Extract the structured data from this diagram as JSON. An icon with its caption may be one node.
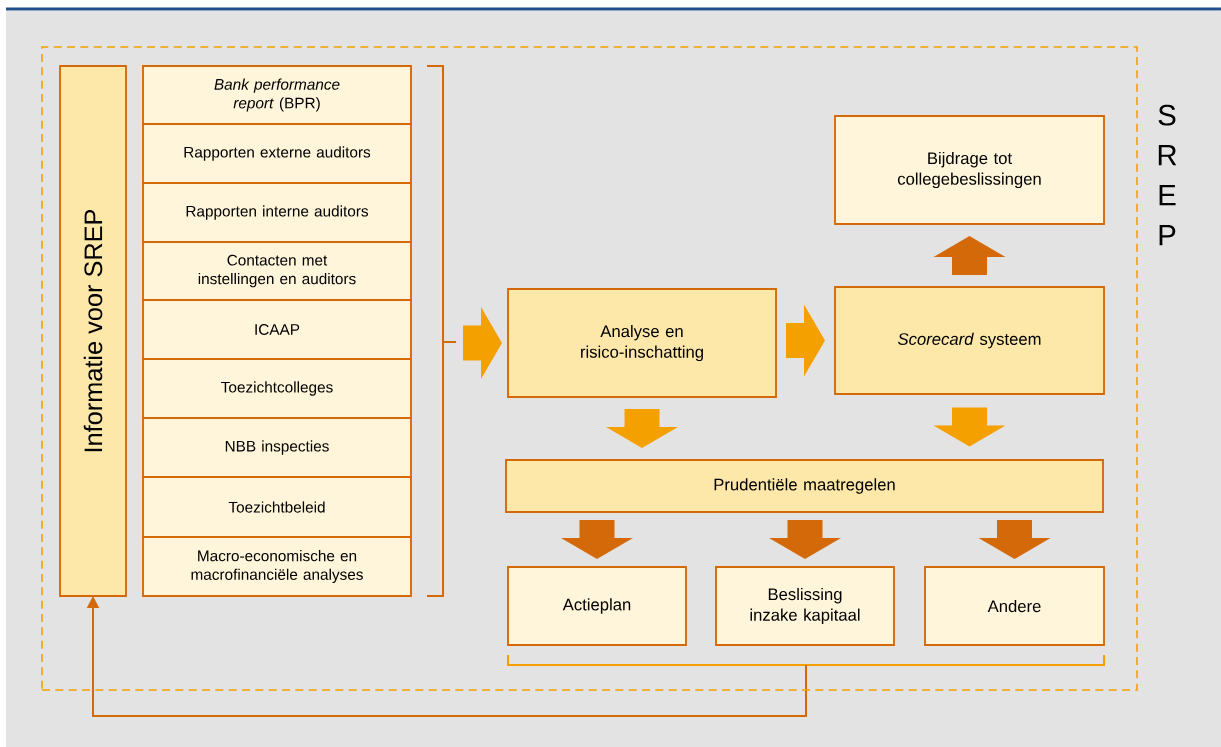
{
  "diagram": {
    "nodes": [
      {
        "text": [
          "SREP"
        ]
      },
      {
        "text": [
          "Informatie voor SREP"
        ],
        "in": 0
      },
      {
        "text": [
          "*Bank performance report* (BPR)"
        ],
        "in": 0
      },
      {
        "text": [
          "Rapporten externe auditors"
        ],
        "in": 0
      },
      {
        "text": [
          "Rapporten interne auditors"
        ],
        "in": 0
      },
      {
        "text": [
          "Contacten met instellingen en auditors"
        ],
        "in": 0
      },
      {
        "text": [
          "ICAAP"
        ],
        "in": 0
      },
      {
        "text": [
          "Toezichtcolleges"
        ],
        "in": 0
      },
      {
        "text": [
          "NBB inspecties"
        ],
        "in": 0
      },
      {
        "text": [
          "Toezichtbeleid"
        ],
        "in": 0
      },
      {
        "text": [
          "Macro-economische en macrofinanciële analyses"
        ],
        "in": 0
      },
      {
        "text": [
          "Analyse en risico-inschatting"
        ],
        "in": 0
      },
      {
        "text": [
          "*Scorecard* systeem"
        ],
        "in": 0
      },
      {
        "text": [
          "Bijdrage tot collegebeslissingen"
        ],
        "in": 0
      },
      {
        "text": [
          "Prudentiële maatregelen"
        ],
        "in": 0
      },
      {
        "text": [
          "Actieplan"
        ],
        "in": 0
      },
      {
        "text": [
          "Beslissing inzake kapitaal"
        ],
        "in": 0
      },
      {
        "text": [
          "Andere"
        ],
        "in": 0
      }
    ],
    "edges": [
      {
        "from": null,
        "to": 11,
        "arrow": "to"
      },
      {
        "from": 11,
        "to": 12,
        "arrow": "to"
      },
      {
        "from": 12,
        "to": 13,
        "arrow": "to",
        "color": "#d4690a"
      },
      {
        "from": 11,
        "to": 14,
        "arrow": "to"
      },
      {
        "from": 12,
        "to": 14,
        "arrow": "to"
      },
      {
        "from": 14,
        "to": 15,
        "arrow": "to",
        "color": "#d4690a"
      },
      {
        "from": 14,
        "to": 16,
        "arrow": "to",
        "color": "#d4690a"
      },
      {
        "from": 14,
        "to": 17,
        "arrow": "to",
        "color": "#d4690a"
      },
      {
        "from": null,
        "to": 1,
        "arrow": "to",
        "color": "#d4690a"
      }
    ]
  }
}
